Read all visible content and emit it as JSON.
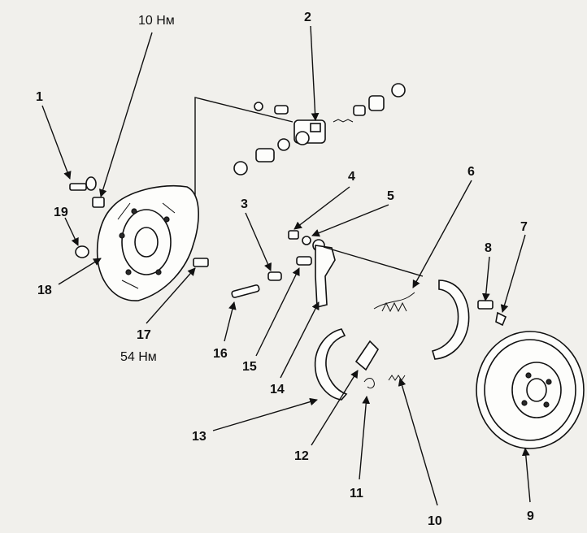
{
  "labels": {
    "l1": "1",
    "l2": "2",
    "l3": "3",
    "l4": "4",
    "l5": "5",
    "l6": "6",
    "l7": "7",
    "l8": "8",
    "l9": "9",
    "l10": "10",
    "l11": "11",
    "l12": "12",
    "l13": "13",
    "l14": "14",
    "l15": "15",
    "l16": "16",
    "l17": "17",
    "l18": "18",
    "l19": "19"
  },
  "torque": {
    "top": "10 Нм",
    "bottom": "54 Нм"
  }
}
